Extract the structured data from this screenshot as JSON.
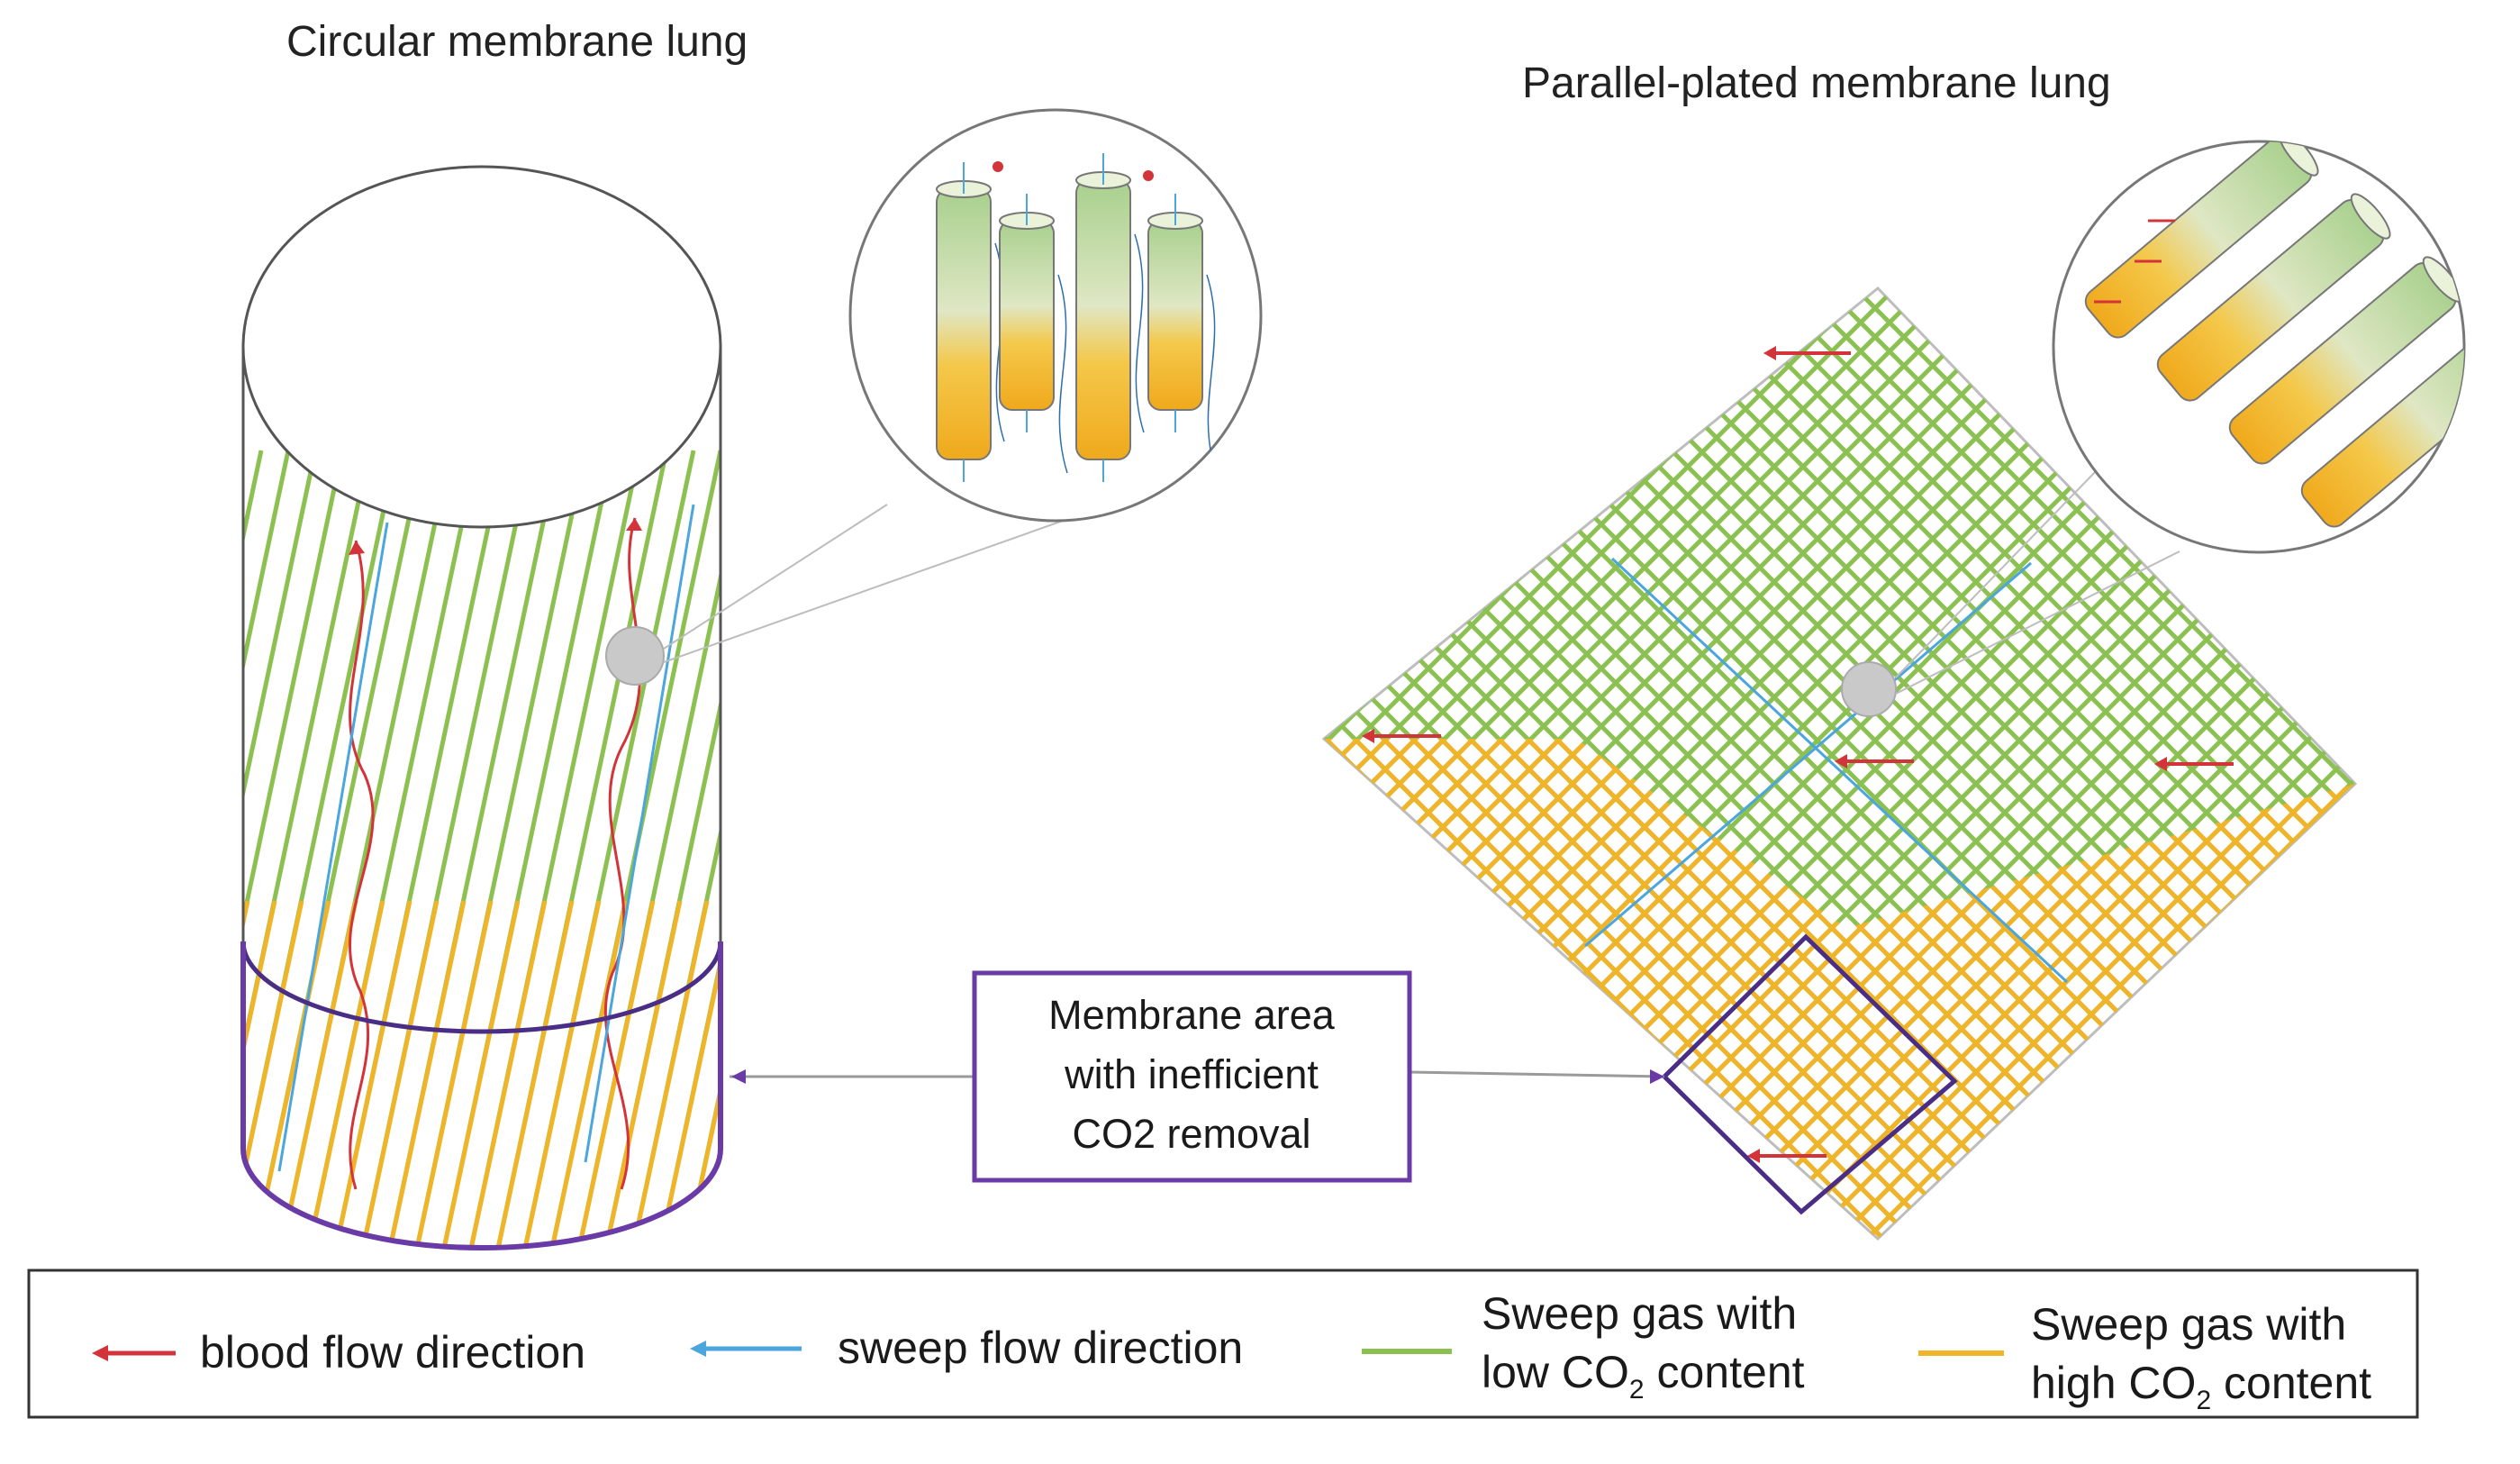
{
  "titles": {
    "circular": "Circular membrane lung",
    "parallel": "Parallel-plated membrane lung"
  },
  "callout": {
    "line1": "Membrane area",
    "line2": "with inefficient",
    "line3": "CO2 removal"
  },
  "legend": {
    "blood": "blood flow direction",
    "sweep": "sweep flow direction",
    "low_line1": "Sweep gas with",
    "low_line2_pre": "low CO",
    "low_line2_sub": "2",
    "low_line2_post": " content",
    "high_line1": "Sweep gas with",
    "high_line2_pre": "high CO",
    "high_line2_sub": "2",
    "high_line2_post": " content"
  },
  "colors": {
    "blood": "#d2343a",
    "sweep": "#4aa6dc",
    "low_co2": "#8cc152",
    "high_co2": "#f0b429",
    "highlight": "#6a3aa6",
    "outline": "#9a9a9a"
  }
}
